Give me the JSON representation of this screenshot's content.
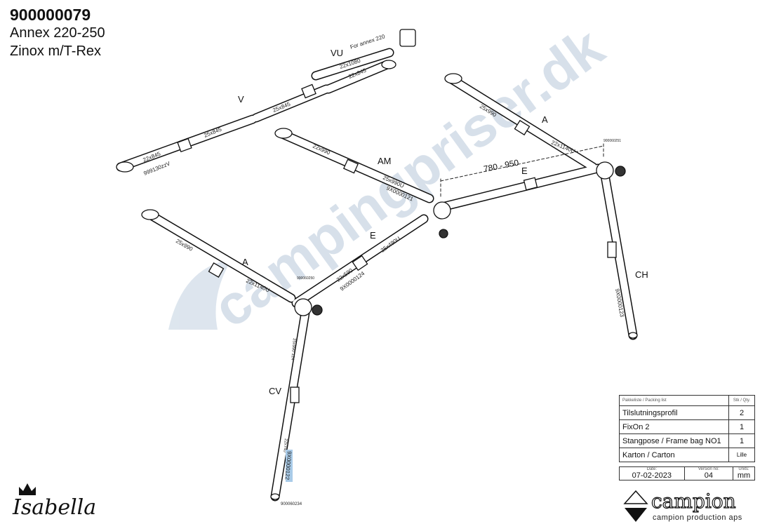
{
  "header": {
    "part_number": "900000079",
    "model": "Annex 220-250",
    "variant": "Zinox m/T-Rex"
  },
  "watermark": "campingpriser.dk",
  "diagram": {
    "labels": {
      "vu": "VU",
      "v": "V",
      "am": "AM",
      "a_right": "A",
      "a_left": "A",
      "e_right": "E",
      "e_left": "E",
      "ch": "CH",
      "cv": "CV"
    },
    "dimensions": {
      "vu_note": "For annex 220",
      "vu_upper": "22x1080",
      "vu_lower": "22x845",
      "v_mid": "25x845",
      "v_left": "25x845",
      "v_end": "22x845",
      "v_code": "999130zzV",
      "am_outer": "22x990",
      "am_inner": "25x990U",
      "am_code": "9X0000121",
      "a_right_outer": "25x990",
      "a_right_inner": "22x1140U",
      "a_left_outer": "25x990",
      "a_left_inner": "22x1140U",
      "e_left_inner": "25x490U",
      "e_left_outer": "22x590",
      "e_left_code": "9X0000124",
      "span": "780 - 950",
      "connector_right": "900060251",
      "connector_left": "900060250",
      "ch_code": "9X0000123",
      "cv_upper": "25x990 124",
      "cv_lower": "22x740",
      "cv_code": "9X0000122",
      "foot_code": "900060234"
    }
  },
  "packing_list": {
    "header_item": "Pakkeliste / Packing list",
    "header_qty": "Stk / Qty.",
    "items": [
      {
        "name": "Tilslutningsprofil",
        "qty": "2"
      },
      {
        "name": "FixOn 2",
        "qty": "1"
      },
      {
        "name": "Stangpose / Frame bag NO1",
        "qty": "1"
      },
      {
        "name": "Karton / Carton",
        "qty": "Lille"
      }
    ],
    "date_label": "Date:",
    "date": "07-02-2023",
    "version_label": "Version no:",
    "version": "04",
    "units_label": "Units:",
    "units": "mm"
  },
  "brands": {
    "isabella": "Isabella",
    "campion": "campion",
    "campion_sub": "campion production aps"
  }
}
